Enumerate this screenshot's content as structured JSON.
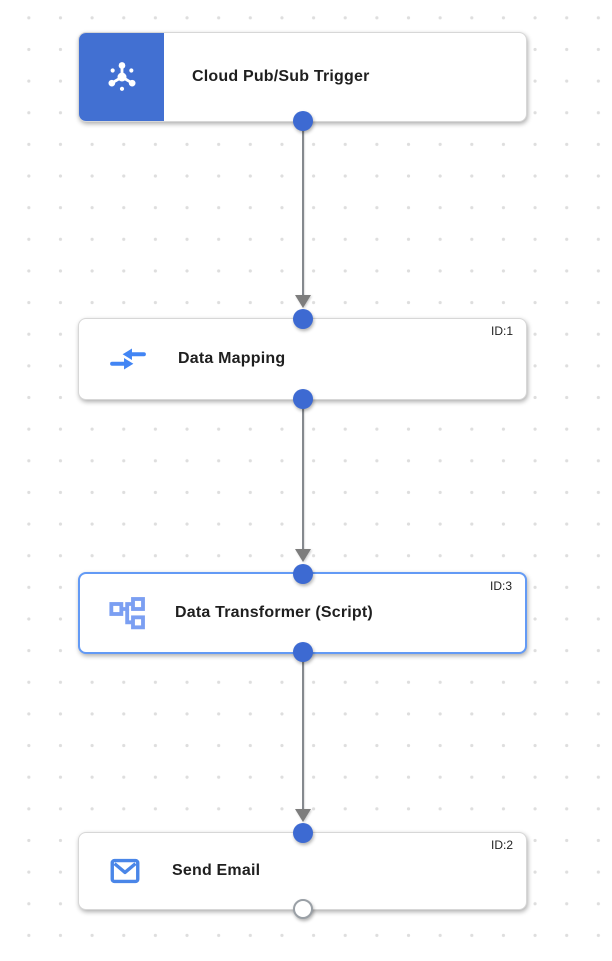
{
  "canvas": {
    "description": "Integration workflow canvas with dotted grid",
    "grid_dot_color": "#dedede",
    "background": "#ffffff"
  },
  "colors": {
    "node_accent_blue": "#4270d2",
    "port_blue": "#3d6ad2",
    "selected_border_blue": "#639af5",
    "icon_blue": "#4285f4",
    "transformer_icon_blue": "#7b9ff2",
    "connector_gray": "#85898e",
    "arrowhead_gray": "#7d7d7d",
    "title_text": "#1f1f1f"
  },
  "nodes": [
    {
      "title": "Cloud Pub/Sub Trigger",
      "badge": "",
      "icon": "cloud-pubsub-icon",
      "kind": "trigger",
      "selected": false
    },
    {
      "title": "Data Mapping",
      "badge": "ID:1",
      "icon": "data-mapping-icon",
      "kind": "task",
      "selected": false
    },
    {
      "title": "Data Transformer (Script)",
      "badge": "ID:3",
      "icon": "data-transformer-icon",
      "kind": "task",
      "selected": true
    },
    {
      "title": "Send Email",
      "badge": "ID:2",
      "icon": "send-email-icon",
      "kind": "task",
      "selected": false
    }
  ],
  "edges": [
    {
      "from": "Cloud Pub/Sub Trigger",
      "to": "Data Mapping"
    },
    {
      "from": "Data Mapping",
      "to": "Data Transformer (Script)"
    },
    {
      "from": "Data Transformer (Script)",
      "to": "Send Email"
    }
  ]
}
